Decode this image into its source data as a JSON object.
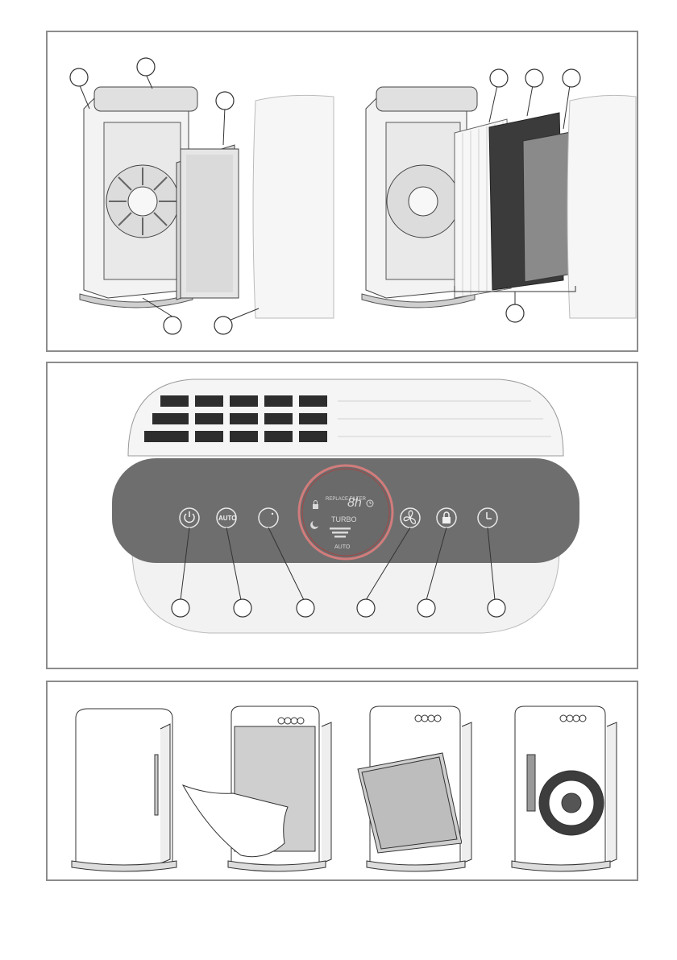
{
  "control_panel": {
    "display": {
      "replace_filter": "REPLACE FILTER",
      "timer_value": "8h",
      "turbo": "TURBO",
      "auto": "AUTO"
    },
    "buttons": {
      "power": "power-icon",
      "auto": "AUTO",
      "sleep": "sleep-mode-icon",
      "fan_speed": "fan-icon",
      "child_lock": "lock-icon",
      "timer": "clock-icon"
    }
  },
  "colors": {
    "panel_dark": "#6e6e6e",
    "display_ring": "#c65a5a",
    "body_white": "#f4f4f4",
    "outline": "#333333"
  }
}
